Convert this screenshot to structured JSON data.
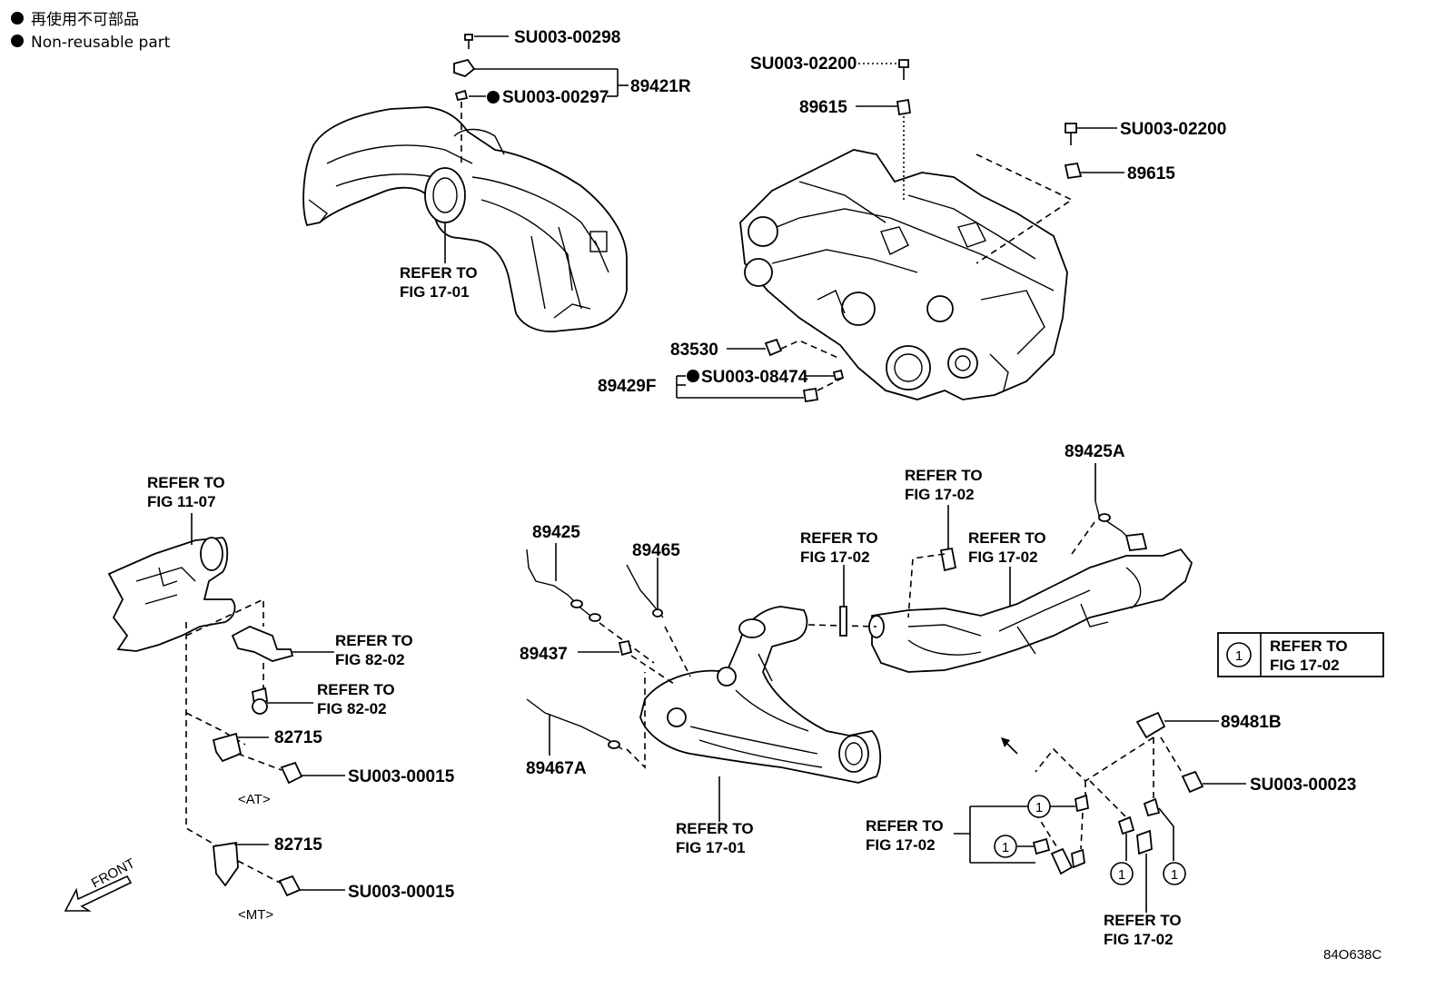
{
  "legend": {
    "ja": "再使用不可部品",
    "en": "Non-reusable part"
  },
  "labels": {
    "su00298": "SU003-00298",
    "su00297": "SU003-00297",
    "p89421R": "89421R",
    "su02200_a": "SU003-02200",
    "p89615_a": "89615",
    "su02200_b": "SU003-02200",
    "p89615_b": "89615",
    "p83530": "83530",
    "p89429F": "89429F",
    "su08474": "SU003-08474",
    "p89425A": "89425A",
    "p89425": "89425",
    "p89465": "89465",
    "p89437": "89437",
    "p89467A": "89467A",
    "p89481B": "89481B",
    "su00023": "SU003-00023",
    "p82715_a": "82715",
    "su00015_a": "SU003-00015",
    "p82715_b": "82715",
    "su00015_b": "SU003-00015",
    "at": "<AT>",
    "mt": "<MT>",
    "front": "FRONT",
    "figure_code": "84O638C"
  },
  "refs": {
    "r1701_top_a": "REFER TO",
    "r1701_top_b": "FIG 17-01",
    "r1107_a": "REFER TO",
    "r1107_b": "FIG 11-07",
    "r8202a_a": "REFER TO",
    "r8202a_b": "FIG 82-02",
    "r8202b_a": "REFER TO",
    "r8202b_b": "FIG 82-02",
    "r1702a_a": "REFER TO",
    "r1702a_b": "FIG 17-02",
    "r1702b_a": "REFER TO",
    "r1702b_b": "FIG 17-02",
    "r1702c_a": "REFER TO",
    "r1702c_b": "FIG 17-02",
    "r1701_bot_a": "REFER TO",
    "r1701_bot_b": "FIG 17-01",
    "r1702d_a": "REFER TO",
    "r1702d_b": "FIG 17-02",
    "r1702e_a": "REFER TO",
    "r1702e_b": "FIG 17-02"
  },
  "callout_box": {
    "number": "1",
    "line1": "REFER TO",
    "line2": "FIG 17-02"
  },
  "circle_marker": "1"
}
